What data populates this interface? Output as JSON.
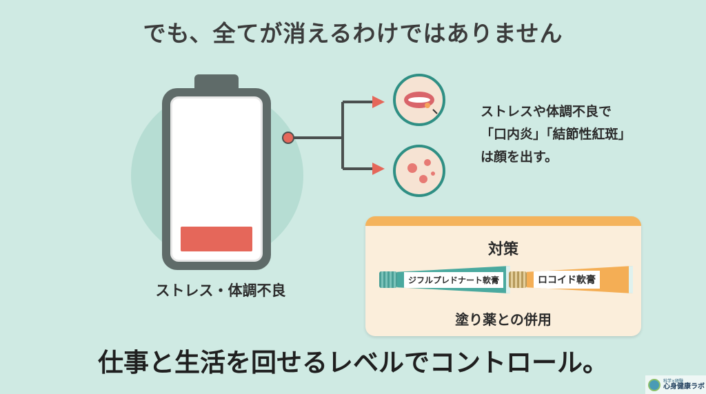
{
  "title": "でも、全てが消えるわけではありません",
  "battery": {
    "label": "ストレス・体調不良",
    "level_percent": 12
  },
  "symptoms": {
    "lines": [
      "ストレスや体調不良で",
      "「口内炎」「結節性紅斑」",
      "は顔を出す。"
    ],
    "icons": [
      "mouth-ulcer-icon",
      "skin-rash-icon"
    ]
  },
  "panel": {
    "title": "対策",
    "tubes": [
      "ジフルプレドナート軟膏",
      "ロコイド軟膏"
    ],
    "footer": "塗り薬との併用"
  },
  "bottom": "仕事と生活を回せるレベルでコントロール。",
  "logo": {
    "tagline": "科学×経験",
    "name": "心身健康ラボ"
  },
  "colors": {
    "background": "#cfeae3",
    "accent_red": "#e5675a",
    "teal": "#2f8f84",
    "orange": "#f4b35c"
  }
}
